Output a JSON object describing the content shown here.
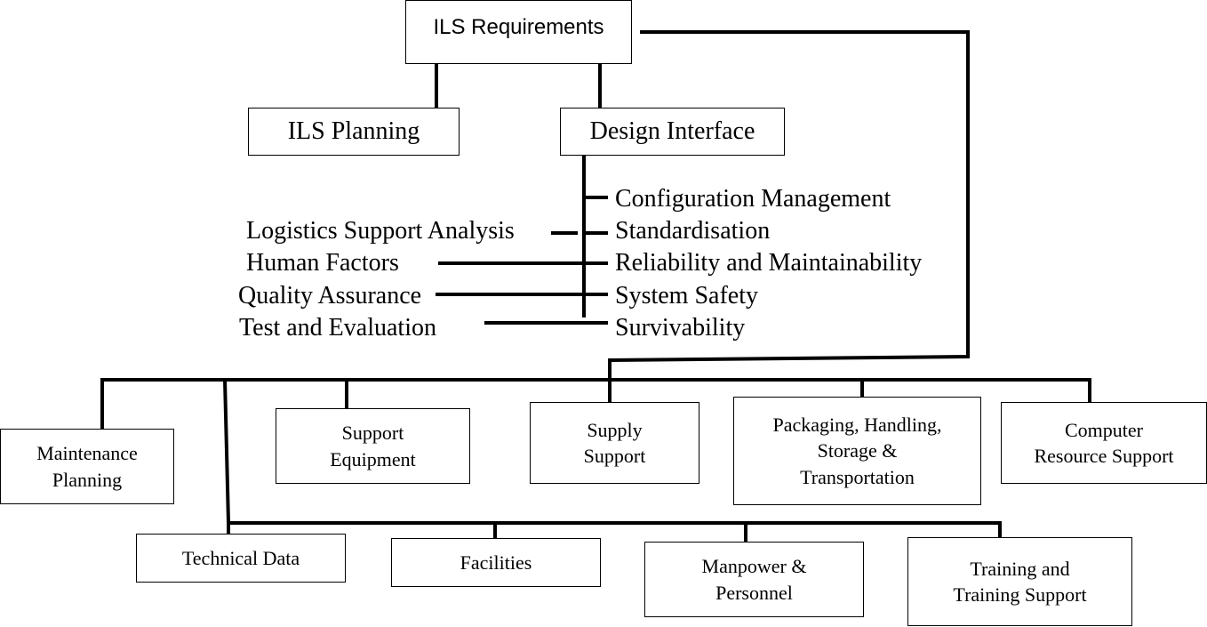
{
  "top": {
    "root": "ILS Requirements",
    "planning": "ILS Planning",
    "design_interface": "Design Interface"
  },
  "design_elements": {
    "right": [
      "Configuration Management",
      "Standardisation",
      "Reliability and Maintainability",
      "System Safety",
      "Survivability"
    ],
    "left": [
      "Logistics Support Analysis",
      "Human Factors",
      "Quality Assurance",
      "Test and Evaluation"
    ]
  },
  "support_elements": {
    "row1": [
      "Maintenance\nPlanning",
      "Support\nEquipment",
      "Supply\nSupport",
      "Packaging, Handling,\nStorage &\nTransportation",
      "Computer\nResource Support"
    ],
    "row2": [
      "Technical Data",
      "Facilities",
      "Manpower &\nPersonnel",
      "Training and\nTraining Support"
    ]
  }
}
